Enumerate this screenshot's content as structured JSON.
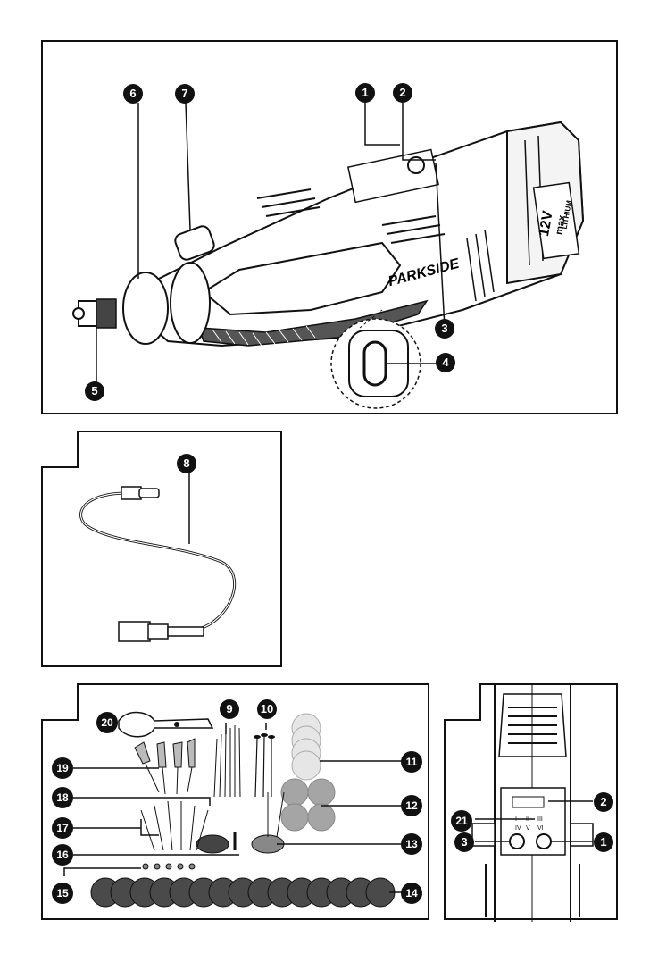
{
  "panel_main": {
    "brand_text": "PARKSIDE",
    "battery_voltage": "12V",
    "battery_max": "max",
    "battery_type": "LITHIUM",
    "callouts": [
      "1",
      "2",
      "3",
      "4",
      "5",
      "6",
      "7"
    ]
  },
  "panel_a": {
    "tag_label": "",
    "callouts": [
      "8"
    ]
  },
  "panel_b": {
    "tag_label": "",
    "callouts": [
      "9",
      "10",
      "11",
      "12",
      "13",
      "14",
      "15",
      "16",
      "17",
      "18",
      "19",
      "20"
    ]
  },
  "panel_c": {
    "tag_label": "",
    "callouts": [
      "2",
      "21",
      "3",
      "1"
    ]
  },
  "colors": {
    "ink": "#111111",
    "light_grey": "#d9d9d9",
    "mid_grey": "#8a8a8a",
    "dark_grey": "#4a4a4a"
  }
}
